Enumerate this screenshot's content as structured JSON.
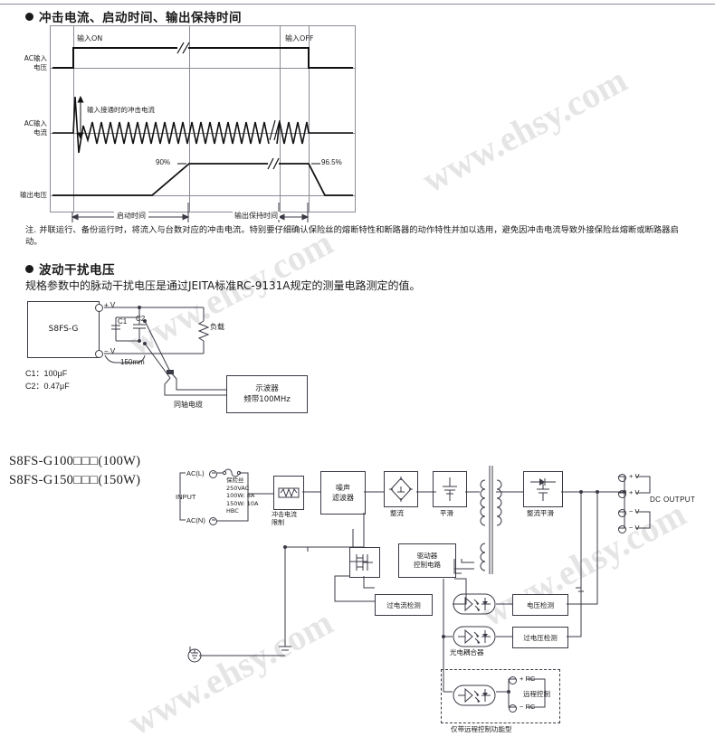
{
  "watermarks": [
    "www.ehsy.com",
    "www.ehsy.com",
    "www.ehsy.com",
    "www.ehsy.com"
  ],
  "section1": {
    "heading": "冲击电流、启动时间、输出保持时间",
    "chart": {
      "axis_labels": [
        {
          "line1": "AC输入",
          "line2": "电压"
        },
        {
          "line1": "AC输入",
          "line2": "电流"
        },
        {
          "line1": "输出电压",
          "line2": ""
        }
      ],
      "annotations": {
        "input_on": "输入ON",
        "input_off": "输入OFF",
        "inrush": "输入接通时的冲击电流",
        "pct_rise": "90%",
        "pct_fall": "96.5%",
        "startup_time": "启动时间",
        "hold_time": "输出保持时间"
      }
    },
    "note": "注. 并联运行、备份运行时，将流入与台数对应的冲击电流。特别要仔细确认保险丝的熔断特性和断路器的动作特性并加以选用，避免因冲击电流导致外接保险丝熔断或断路器启动。"
  },
  "section2": {
    "heading": "波动干扰电压",
    "description": "规格参数中的脉动干扰电压是通过JEITA标准RC-9131A规定的测量电路测定的值。",
    "circuit": {
      "psu_label": "S8FS-G",
      "plus_v": "+ V",
      "minus_v": "− V",
      "c1_tag": "C1",
      "c2_tag": "C2",
      "load": "负载",
      "distance": "150mm",
      "c1_value": "C1：100μF",
      "c2_value": "C2：0.47μF",
      "scope_line1": "示波器",
      "scope_line2": "频带100MHz",
      "coax": "同轴电缆"
    }
  },
  "section3": {
    "models": [
      "S8FS-G100□□□(100W)",
      "S8FS-G150□□□(150W)"
    ],
    "block_diagram": {
      "input_label": "INPUT",
      "ac_l": "AC(L)",
      "ac_n": "AC(N)",
      "fuse": [
        "保险丝",
        "250VAC",
        "100W: 8A",
        "150W: 10A",
        "HBC"
      ],
      "inrush_limit": [
        "冲击电流",
        "限制"
      ],
      "noise_filter": [
        "噪声",
        "滤波器"
      ],
      "rectifier": "整流",
      "smoothing": "平滑",
      "rectify_smooth": "整流平滑",
      "driver_control": [
        "驱动器",
        "控制电路"
      ],
      "overcurrent_detect": "过电流检测",
      "voltage_detect": "电压检测",
      "overvoltage_detect": "过电压检测",
      "photocoupler": "光电耦合器",
      "dc_output": "DC OUTPUT",
      "out_terminals": [
        "+ V",
        "+ V",
        "− V",
        "− V"
      ],
      "rc_plus": "+ RC",
      "rc_minus": "− RC",
      "remote_control": "远程控制",
      "remote_note": "仅带远程控制功能型"
    }
  },
  "chart_data": {
    "type": "line",
    "title": "冲击电流、启动时间、输出保持时间",
    "xlabel": "",
    "ylabel": "",
    "grid": true,
    "legend": "none",
    "series": [
      {
        "name": "AC输入电压",
        "annotations": [
          "输入ON",
          "输入OFF"
        ],
        "description": "方波：输入ON时阶跃上升，输入OFF时阶跃下降（中间波形省略）",
        "x": [
          0,
          12,
          12,
          100,
          100,
          115
        ],
        "y": [
          0,
          0,
          1,
          1,
          0,
          0
        ]
      },
      {
        "name": "AC输入电流",
        "annotations": [
          "输入接通时的冲击电流"
        ],
        "description": "输入接通瞬间出现冲击电流尖峰，随后稳定为正弦振荡（中间波形省略）",
        "inrush_peak": 1.0,
        "steady_amplitude": 0.28
      },
      {
        "name": "输出电压",
        "annotations": [
          "90%",
          "96.5%"
        ],
        "description": "输出电压上升至额定值，维持后在输入OFF后保持一段时间再下降",
        "rise_threshold_pct": 90,
        "fall_threshold_pct": 96.5,
        "intervals": [
          {
            "label": "启动时间",
            "from": "输入ON",
            "to": "输出电压90%"
          },
          {
            "label": "输出保持时间",
            "from": "输入OFF",
            "to": "输出电压96.5%"
          }
        ]
      }
    ]
  }
}
